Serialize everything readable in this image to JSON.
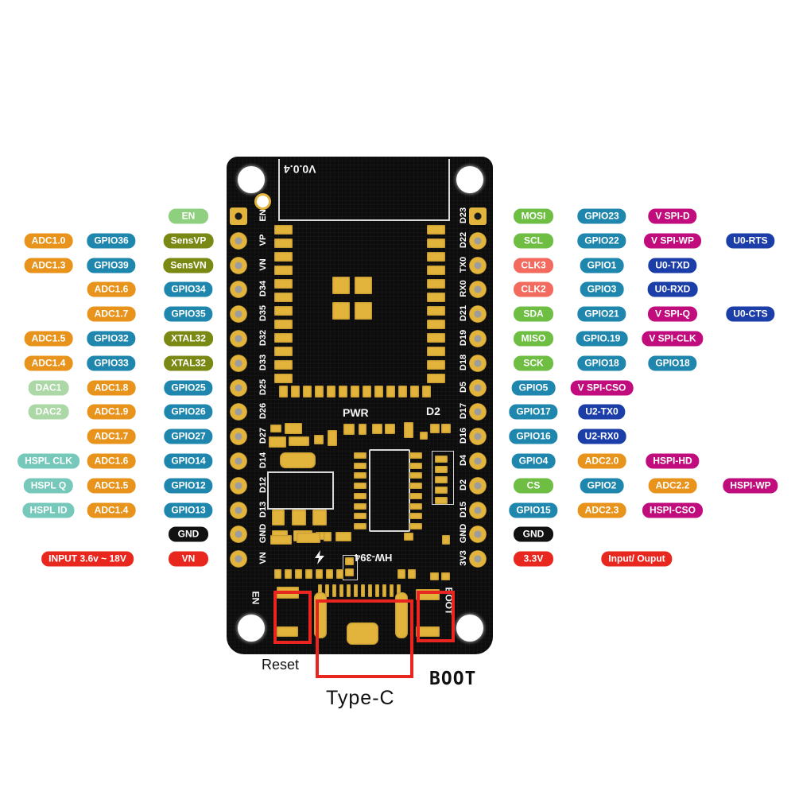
{
  "board": {
    "version_label": "V0.0.4",
    "model_label": "HW-394",
    "pwr_label": "PWR",
    "d2_label": "D2",
    "en_silk_label": "EN",
    "boot_silk_label": "BOOT",
    "left_pin_labels": [
      "EN",
      "VP",
      "VN",
      "D34",
      "D35",
      "D32",
      "D33",
      "D25",
      "D26",
      "D27",
      "D14",
      "D12",
      "D13",
      "GND",
      "VN"
    ],
    "right_pin_labels": [
      "D23",
      "D22",
      "TX0",
      "RX0",
      "D21",
      "D19",
      "D18",
      "D5",
      "D17",
      "D16",
      "D4",
      "D2",
      "D15",
      "GND",
      "3V3"
    ]
  },
  "annotations": {
    "reset_label": "Reset",
    "boot_label": "BOOT",
    "typec_label": "Type-C"
  },
  "colors": {
    "orange": "#e8941c",
    "blue": "#1f87ad",
    "olive": "#7a8913",
    "green": "#6fbe44",
    "green_light": "#8fd080",
    "pale_green": "#abd8a6",
    "teal": "#76c8ba",
    "magenta": "#c00c7c",
    "navy": "#1c3ea8",
    "red": "#e8271e",
    "salmon": "#f26b5e",
    "black": "#111111",
    "annotation_red": "#e8251f",
    "pcb_black": "#0d0d0d",
    "pad_gold": "#e2b43c"
  },
  "left_rows": [
    [
      {
        "c": "3",
        "t": "EN",
        "k": "green_light"
      }
    ],
    [
      {
        "c": "1",
        "t": "ADC1.0",
        "k": "orange"
      },
      {
        "c": "2",
        "t": "GPIO36",
        "k": "blue"
      },
      {
        "c": "3",
        "t": "SensVP",
        "k": "olive"
      }
    ],
    [
      {
        "c": "1",
        "t": "ADC1.3",
        "k": "orange"
      },
      {
        "c": "2",
        "t": "GPIO39",
        "k": "blue"
      },
      {
        "c": "3",
        "t": "SensVN",
        "k": "olive"
      }
    ],
    [
      {
        "c": "2",
        "t": "ADC1.6",
        "k": "orange"
      },
      {
        "c": "3",
        "t": "GPIO34",
        "k": "blue"
      }
    ],
    [
      {
        "c": "2",
        "t": "ADC1.7",
        "k": "orange"
      },
      {
        "c": "3",
        "t": "GPIO35",
        "k": "blue"
      }
    ],
    [
      {
        "c": "1",
        "t": "ADC1.5",
        "k": "orange"
      },
      {
        "c": "2",
        "t": "GPIO32",
        "k": "blue"
      },
      {
        "c": "3",
        "t": "XTAL32",
        "k": "olive"
      }
    ],
    [
      {
        "c": "1",
        "t": "ADC1.4",
        "k": "orange"
      },
      {
        "c": "2",
        "t": "GPIO33",
        "k": "blue"
      },
      {
        "c": "3",
        "t": "XTAL32",
        "k": "olive"
      }
    ],
    [
      {
        "c": "1",
        "t": "DAC1",
        "k": "pale_green"
      },
      {
        "c": "2",
        "t": "ADC1.8",
        "k": "orange"
      },
      {
        "c": "3",
        "t": "GPIO25",
        "k": "blue"
      }
    ],
    [
      {
        "c": "1",
        "t": "DAC2",
        "k": "pale_green"
      },
      {
        "c": "2",
        "t": "ADC1.9",
        "k": "orange"
      },
      {
        "c": "3",
        "t": "GPIO26",
        "k": "blue"
      }
    ],
    [
      {
        "c": "2",
        "t": "ADC1.7",
        "k": "orange"
      },
      {
        "c": "3",
        "t": "GPIO27",
        "k": "blue"
      }
    ],
    [
      {
        "c": "1",
        "t": "HSPL CLK",
        "k": "teal"
      },
      {
        "c": "2",
        "t": "ADC1.6",
        "k": "orange"
      },
      {
        "c": "3",
        "t": "GPIO14",
        "k": "blue"
      }
    ],
    [
      {
        "c": "1",
        "t": "HSPL Q",
        "k": "teal"
      },
      {
        "c": "2",
        "t": "ADC1.5",
        "k": "orange"
      },
      {
        "c": "3",
        "t": "GPIO12",
        "k": "blue"
      }
    ],
    [
      {
        "c": "1",
        "t": "HSPL ID",
        "k": "teal"
      },
      {
        "c": "2",
        "t": "ADC1.4",
        "k": "orange"
      },
      {
        "c": "3",
        "t": "GPIO13",
        "k": "blue"
      }
    ],
    [
      {
        "c": "3",
        "t": "GND",
        "k": "black"
      }
    ],
    [
      {
        "c": "w",
        "t": "INPUT   3.6v ~ 18V",
        "k": "red"
      },
      {
        "c": "3",
        "t": "VN",
        "k": "red"
      }
    ]
  ],
  "right_rows": [
    [
      {
        "c": "1",
        "t": "MOSI",
        "k": "green"
      },
      {
        "c": "2",
        "t": "GPIO23",
        "k": "blue"
      },
      {
        "c": "3",
        "t": "V SPI-D",
        "k": "magenta"
      }
    ],
    [
      {
        "c": "1",
        "t": "SCL",
        "k": "green"
      },
      {
        "c": "2",
        "t": "GPIO22",
        "k": "blue"
      },
      {
        "c": "3",
        "t": "V SPI-WP",
        "k": "magenta"
      },
      {
        "c": "4",
        "t": "U0-RTS",
        "k": "navy"
      }
    ],
    [
      {
        "c": "1",
        "t": "CLK3",
        "k": "salmon"
      },
      {
        "c": "2",
        "t": "GPIO1",
        "k": "blue"
      },
      {
        "c": "3",
        "t": "U0-TXD",
        "k": "navy"
      }
    ],
    [
      {
        "c": "1",
        "t": "CLK2",
        "k": "salmon"
      },
      {
        "c": "2",
        "t": "GPIO3",
        "k": "blue"
      },
      {
        "c": "3",
        "t": "U0-RXD",
        "k": "navy"
      }
    ],
    [
      {
        "c": "1",
        "t": "SDA",
        "k": "green"
      },
      {
        "c": "2",
        "t": "GPIO21",
        "k": "blue"
      },
      {
        "c": "3",
        "t": "V SPI-Q",
        "k": "magenta"
      },
      {
        "c": "4",
        "t": "U0-CTS",
        "k": "navy"
      }
    ],
    [
      {
        "c": "1",
        "t": "MISO",
        "k": "green"
      },
      {
        "c": "2",
        "t": "GPIO.19",
        "k": "blue"
      },
      {
        "c": "3",
        "t": "V SPI-CLK",
        "k": "magenta"
      }
    ],
    [
      {
        "c": "1",
        "t": "SCK",
        "k": "green"
      },
      {
        "c": "2",
        "t": "GPIO18",
        "k": "blue"
      },
      {
        "c": "3",
        "t": "GPIO18",
        "k": "blue"
      }
    ],
    [
      {
        "c": "1",
        "t": "GPIO5",
        "k": "blue"
      },
      {
        "c": "2",
        "t": "V SPI-CSO",
        "k": "magenta"
      }
    ],
    [
      {
        "c": "1",
        "t": "GPIO17",
        "k": "blue"
      },
      {
        "c": "2",
        "t": "U2-TX0",
        "k": "navy"
      }
    ],
    [
      {
        "c": "1",
        "t": "GPIO16",
        "k": "blue"
      },
      {
        "c": "2",
        "t": "U2-RX0",
        "k": "navy"
      }
    ],
    [
      {
        "c": "1",
        "t": "GPIO4",
        "k": "blue"
      },
      {
        "c": "2",
        "t": "ADC2.0",
        "k": "orange"
      },
      {
        "c": "3",
        "t": "HSPI-HD",
        "k": "magenta"
      }
    ],
    [
      {
        "c": "1",
        "t": "CS",
        "k": "green"
      },
      {
        "c": "2",
        "t": "GPIO2",
        "k": "blue"
      },
      {
        "c": "3",
        "t": "ADC2.2",
        "k": "orange"
      },
      {
        "c": "4",
        "t": "HSPI-WP",
        "k": "magenta"
      }
    ],
    [
      {
        "c": "1",
        "t": "GPIO15",
        "k": "blue"
      },
      {
        "c": "2",
        "t": "ADC2.3",
        "k": "orange"
      },
      {
        "c": "3",
        "t": "HSPI-CSO",
        "k": "magenta"
      }
    ],
    [
      {
        "c": "1",
        "t": "GND",
        "k": "black"
      }
    ],
    [
      {
        "c": "1",
        "t": "3.3V",
        "k": "red"
      },
      {
        "c": "w",
        "t": "Input/ Ouput",
        "k": "red"
      }
    ]
  ]
}
